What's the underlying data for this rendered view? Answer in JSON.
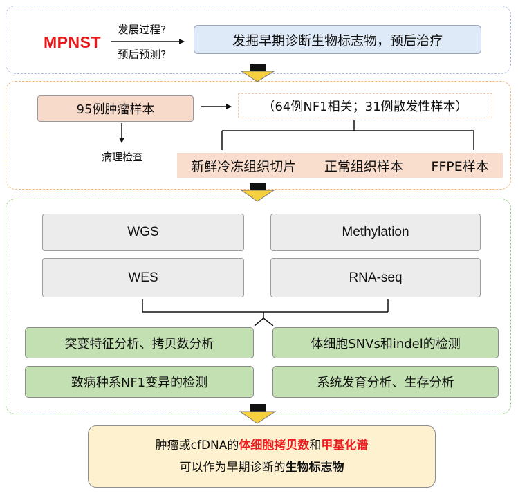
{
  "section_1": {
    "tumor": "MPNST",
    "question_progression": "发展过程?",
    "question_prognosis": "预后预测?",
    "goal": "发掘早期诊断生物标志物，预后治疗"
  },
  "section_2": {
    "samples": "95例肿瘤样本",
    "subtypes": "（64例NF1相关；31例散发性样本）",
    "pathology": "病理检查",
    "sample_types": [
      "新鲜冷冻组织切片",
      "正常组织样本",
      "FFPE样本"
    ]
  },
  "section_3": {
    "assays": [
      "WGS",
      "Methylation",
      "WES",
      "RNA-seq"
    ],
    "analyses": [
      "突变特征分析、拷贝数分析",
      "体细胞SNVs和indel的检测",
      "致病种系NF1变异的检测",
      "系统发育分析、生存分析"
    ]
  },
  "result": {
    "line1_part1": "肿瘤或cfDNA的",
    "line1_hl1": "体细胞拷贝数",
    "line1_part2": "和",
    "line1_hl2": "甲基化谱",
    "line2_part1": "可以作为早期诊断的",
    "line2_bold": "生物标志物"
  },
  "colors": {
    "tumor_label": "#e8171c",
    "highlight": "#ee1b1f",
    "goal_fill": "#deeaf7",
    "sample_fill": "#f8dacb",
    "assay_fill": "#ececec",
    "analysis_fill": "#c3e0b2",
    "result_fill": "#fdf1cf",
    "stage_arrow": "#f6d03f"
  }
}
